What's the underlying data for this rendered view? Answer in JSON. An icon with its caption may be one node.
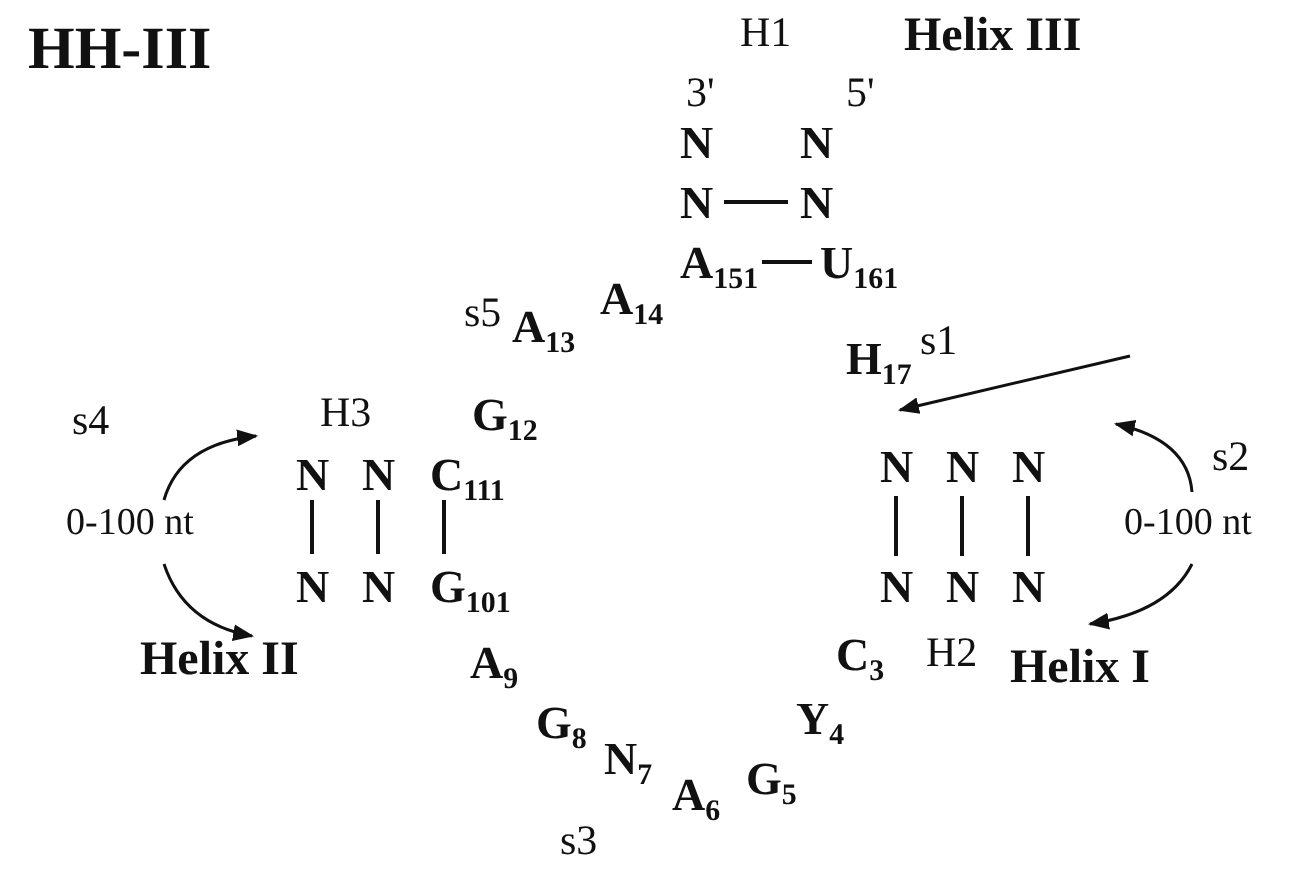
{
  "diagram": {
    "title": "HH-III",
    "labels": [
      "H1",
      "3'",
      "5'",
      "Helix III",
      "N",
      "N",
      "N",
      "N",
      "A$_{151}$",
      "U$_{161}$",
      "s5",
      "A$_{13}$",
      "A$_{14}$",
      "s1",
      "H$_{17}$",
      "s4",
      "H3",
      "G$_{12}$",
      "N",
      "N",
      "C$_{111}$",
      "N",
      "N",
      "N",
      "0-100 nt",
      "0-100 nt",
      "s2",
      "N",
      "N",
      "G$_{101}$",
      "N",
      "N",
      "N",
      "Helix II",
      "A$_{9}$",
      "C$_{3}$",
      "H2",
      "Helix I",
      "G$_{8}$",
      "Y$_{4}$",
      "N$_{7}$",
      "A$_{6}$",
      "G$_{5}$",
      "s3"
    ]
  }
}
